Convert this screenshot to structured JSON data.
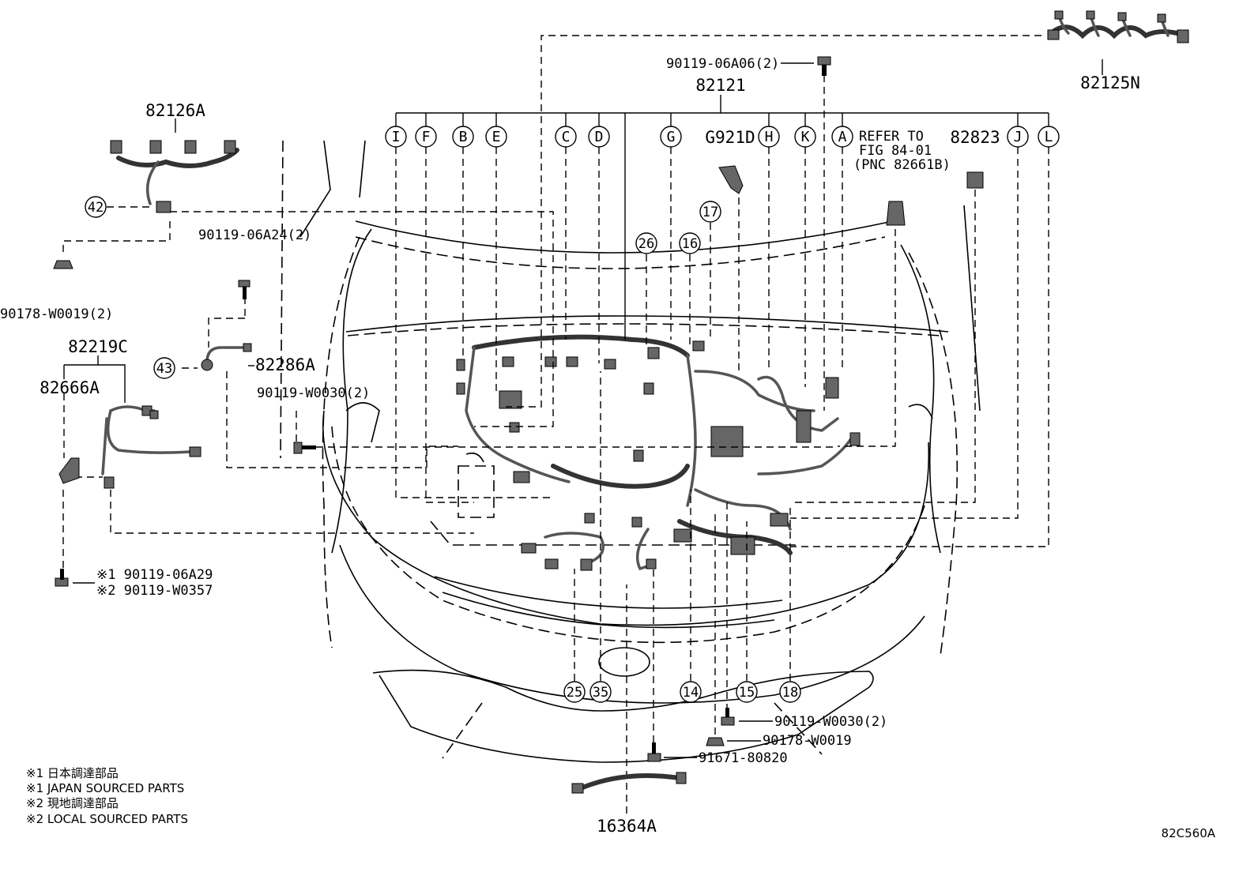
{
  "diagram_code": "82C560A",
  "harness": {
    "main": "82121",
    "top_right": "82125N",
    "left_top": "82126A",
    "left_mid": "82219C",
    "left_bracket": "82666A",
    "left_small": "82286A",
    "bottom": "16364A",
    "top_clip": "G921D",
    "top_connector": "82823"
  },
  "refer": {
    "line1": "REFER TO",
    "line2": "FIG 84-01",
    "line3": "(PNC 82661B)"
  },
  "bolts": {
    "b_06a06": "90119-06A06(2)",
    "b_06a24": "90119-06A24(2)",
    "b_w0030_left": "90119-W0030(2)",
    "clip_left": "90178-W0019(2)",
    "b_06a29": "※1 90119-06A29",
    "b_w0357": "※2 90119-W0357",
    "b_w0030_bottom": "90119-W0030(2)",
    "clip_bottom": "90178-W0019",
    "b_80820": "91671-80820"
  },
  "letter_callouts": [
    "I",
    "F",
    "B",
    "E",
    "C",
    "D",
    "G",
    "H",
    "K",
    "A",
    "J",
    "L"
  ],
  "number_callouts": {
    "n42": "42",
    "n43": "43",
    "n26": "26",
    "n16": "16",
    "n17": "17",
    "n25": "25",
    "n35": "35",
    "n14": "14",
    "n15": "15",
    "n18": "18"
  },
  "notes": [
    "※1 日本調達部品",
    "※1 JAPAN SOURCED PARTS",
    "※2 現地調達部品",
    "※2 LOCAL SOURCED PARTS"
  ]
}
